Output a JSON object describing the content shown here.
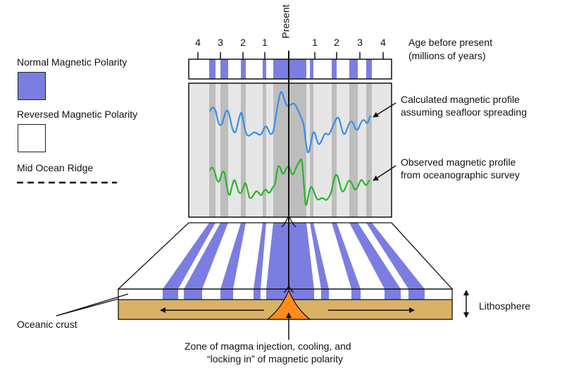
{
  "colors": {
    "normal_polarity": "#7b7ee0",
    "reversed_polarity": "#ffffff",
    "panel_bg": "#e6e6e6",
    "panel_band": "#bdbdbd",
    "calculated_line": "#3a8ee8",
    "observed_line": "#2ab52a",
    "crust_tan": "#d9b266",
    "magma": "#ff8c1a"
  },
  "legend": {
    "normal": "Normal Magnetic Polarity",
    "reversed": "Reversed Magnetic Polarity",
    "ridge": "Mid Ocean Ridge"
  },
  "axis": {
    "present": "Present",
    "age_label_line1": "Age before present",
    "age_label_line2": "(millions of years)",
    "ticks_left": [
      "4",
      "3",
      "2",
      "1"
    ],
    "ticks_right": [
      "1",
      "2",
      "3",
      "4"
    ]
  },
  "annotations": {
    "calculated_line1": "Calculated magnetic profile",
    "calculated_line2": "assuming seafloor spreading",
    "observed_line1": "Observed magnetic profile",
    "observed_line2": "from oceanographic survey",
    "lithosphere": "Lithosphere",
    "oceanic_crust": "Oceanic crust",
    "magma_line1": "Zone of magma injection, cooling, and",
    "magma_line2": "“locking in” of magnetic polarity"
  }
}
